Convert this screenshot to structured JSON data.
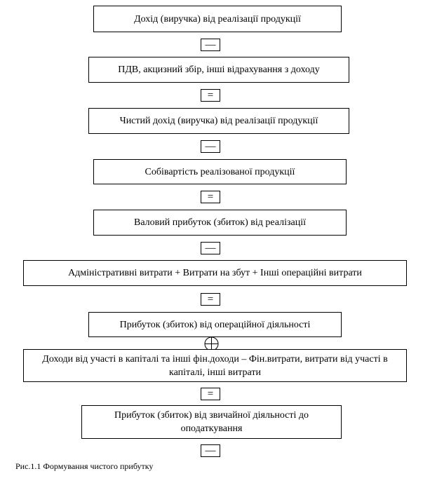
{
  "diagram": {
    "boxes": [
      "Дохід (виручка) від реалізації продукції",
      "ПДВ, акцизний збір, інші відрахування з доходу",
      "Чистий дохід (виручка) від реалізації продукції",
      "Собівартість реалізованої продукції",
      "Валовий прибуток (збиток) від реалізації",
      "Адміністративні витрати + Витрати на збут + Інші операційні витрати",
      "Прибуток (збиток) від операційної діяльності",
      "Доходи від участі в капіталі та інші фін.доходи – Фін.витрати, витрати від участі в капіталі, інші витрати",
      "Прибуток (збиток) від звичайної діяльності до оподаткування"
    ],
    "operators": [
      "—",
      "=",
      "—",
      "=",
      "—",
      "=",
      "=",
      "—"
    ],
    "plus_operator": "plus-circle",
    "caption": "Рис.1.1 Формування чистого прибутку"
  }
}
